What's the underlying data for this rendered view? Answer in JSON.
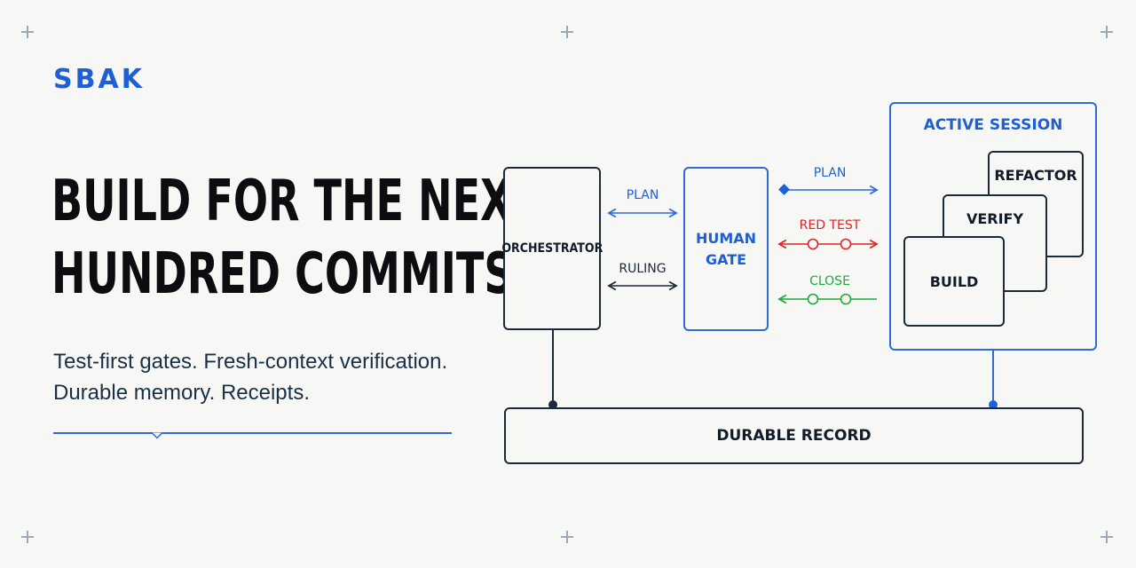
{
  "brand": "SBAK",
  "headline": {
    "line1": "BUILD FOR THE NEXT",
    "line2": "HUNDRED COMMITS."
  },
  "subtitle": {
    "line1": "Test-first gates. Fresh-context verification.",
    "line2": "Durable memory. Receipts."
  },
  "diagram": {
    "orchestrator": "ORCHESTRATOR",
    "human_gate": {
      "line1": "HUMAN",
      "line2": "GATE"
    },
    "active_session": {
      "title": "ACTIVE SESSION",
      "stages": [
        "REFACTOR",
        "VERIFY",
        "BUILD"
      ]
    },
    "durable_record": "DURABLE RECORD",
    "links": {
      "plan_left": "PLAN",
      "ruling": "RULING",
      "plan_right": "PLAN",
      "red_test": "RED TEST",
      "close": "CLOSE"
    }
  },
  "colors": {
    "accent": "#1f5fd6",
    "ink": "#121c28",
    "red": "#e02424",
    "green": "#1faa3a",
    "background": "#f7f7f5"
  }
}
